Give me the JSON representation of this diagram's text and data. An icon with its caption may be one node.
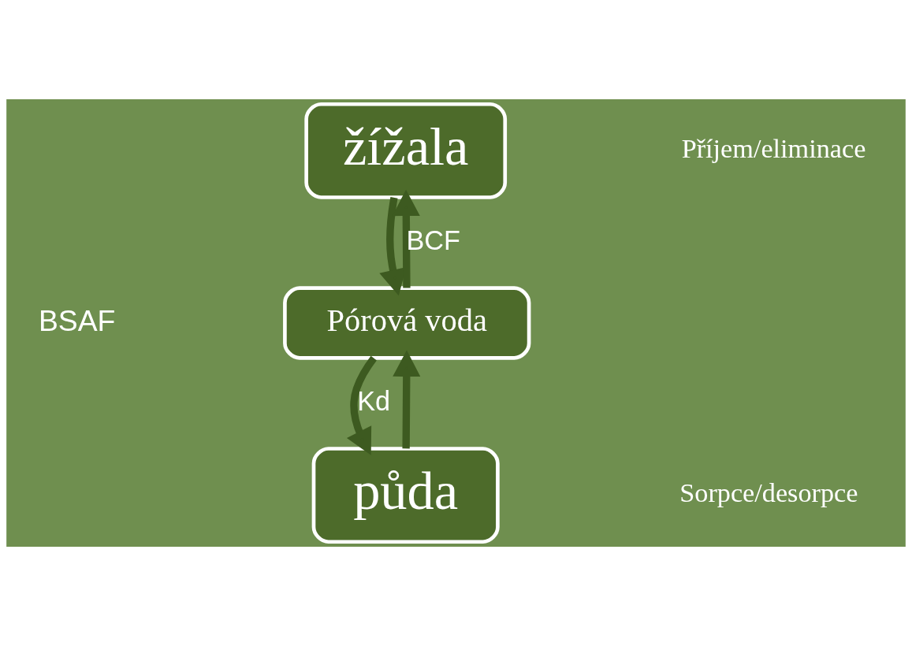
{
  "diagram": {
    "nodes": [
      {
        "text": [
          "žížala"
        ]
      },
      {
        "text": [
          "Pórová voda"
        ]
      },
      {
        "text": [
          "půda"
        ]
      }
    ],
    "edges": [
      {
        "from": 1,
        "to": 0,
        "arrow": "to",
        "label": "BCF"
      },
      {
        "from": 0,
        "to": 1,
        "arrow": "to"
      },
      {
        "from": 1,
        "to": 2,
        "arrow": "to",
        "label": "Kd"
      },
      {
        "from": 2,
        "to": 1,
        "arrow": "to"
      }
    ],
    "labels": [
      "Příjem/eliminace",
      "BSAF",
      "Sorpce/desorpce"
    ]
  }
}
